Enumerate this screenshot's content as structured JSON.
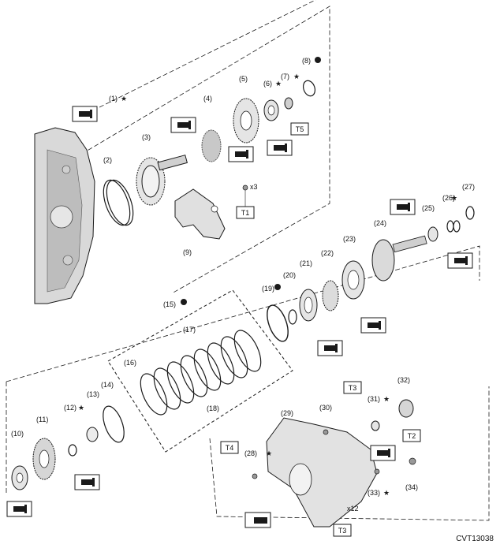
{
  "diagram_code": "CVT13038",
  "part_labels": [
    "(1)",
    "(2)",
    "(3)",
    "(4)",
    "(5)",
    "(6)",
    "(7)",
    "(8)",
    "(9)",
    "(10)",
    "(11)",
    "(12)",
    "(13)",
    "(14)",
    "(15)",
    "(16)",
    "(17)",
    "(18)",
    "(19)",
    "(20)",
    "(21)",
    "(22)",
    "(23)",
    "(24)",
    "(25)",
    "(26)",
    "(27)",
    "(28)",
    "(29)",
    "(30)",
    "(31)",
    "(32)",
    "(33)",
    "(34)"
  ],
  "torque_labels": [
    "T1",
    "T2",
    "T3",
    "T3",
    "T4",
    "T5"
  ],
  "quantity_labels": [
    "x3",
    "x12"
  ],
  "colors": {
    "line": "#1a1a1a",
    "case_fill": "#d9d9d9",
    "box_fill": "#ffffff"
  },
  "icons": {
    "star": "star-icon",
    "replace": "replace-icon",
    "oil": "oil-can-icon",
    "grease": "grease-icon"
  }
}
